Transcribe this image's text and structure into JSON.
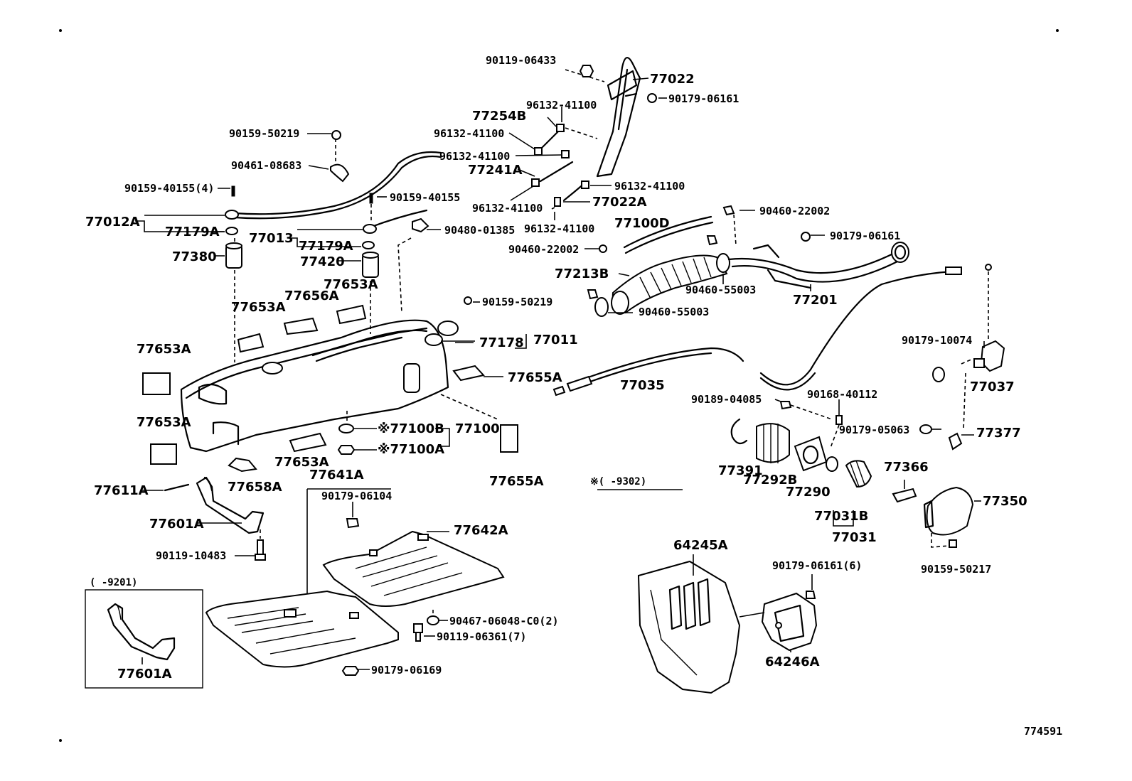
{
  "diagram_id": "774591",
  "callouts": {
    "p90119_06433": "90119-06433",
    "p77022": "77022",
    "p90179_06161_top": "90179-06161",
    "p96132_a": "96132-41100",
    "p77254B": "77254B",
    "p96132_b": "96132-41100",
    "p96132_c": "96132-41100",
    "p77241A": "77241A",
    "p96132_d": "96132-41100",
    "p96132_e": "96132-41100",
    "p77022A": "77022A",
    "p96132_f": "96132-41100",
    "p90159_50219_top": "90159-50219",
    "p90461_08683": "90461-08683",
    "p90159_40155_4": "90159-40155(4)",
    "p90159_40155": "90159-40155",
    "p77012A": "77012A",
    "p77179A_l": "77179A",
    "p77013": "77013",
    "p77179A_r": "77179A",
    "p90480_01385": "90480-01385",
    "p77380": "77380",
    "p77420": "77420",
    "p77100D": "77100D",
    "p90460_22002_t": "90460-22002",
    "p90179_06161_mid": "90179-06161",
    "p90460_22002_l": "90460-22002",
    "p77213B": "77213B",
    "p90460_55003_a": "90460-55003",
    "p77201": "77201",
    "p90460_55003_b": "90460-55003",
    "p77653A_1": "77653A",
    "p77656A": "77656A",
    "p77653A_2": "77653A",
    "p90159_50219_mid": "90159-50219",
    "p77178": "77178",
    "p77011": "77011",
    "p77653A_3": "77653A",
    "p77655A_1": "77655A",
    "p77035": "77035",
    "p90179_10074": "90179-10074",
    "p77037": "77037",
    "p90189_04085": "90189-04085",
    "p90168_40112": "90168-40112",
    "p77653A_4": "77653A",
    "p77100B": "※77100B",
    "p77100": "77100",
    "p77100A": "※77100A",
    "p90179_05063": "90179-05063",
    "p77377": "77377",
    "p77653A_5": "77653A",
    "p77391": "77391",
    "p77292B": "77292B",
    "p77290": "77290",
    "p77366": "77366",
    "p77611A": "77611A",
    "p77658A": "77658A",
    "p77641A": "77641A",
    "p77655A_2": "77655A",
    "p9302": "※(    -9302)",
    "p77350": "77350",
    "p90179_06104": "90179-06104",
    "p77031B": "77031B",
    "p77601A_1": "77601A",
    "p77031": "77031",
    "p77642A": "77642A",
    "p64245A": "64245A",
    "p90119_10483": "90119-10483",
    "p90179_06161_6": "90179-06161(6)",
    "p90159_50217": "90159-50217",
    "p9201": "(    -9201)",
    "p90467_06048": "90467-06048-C0(2)",
    "p90119_06361_7": "90119-06361(7)",
    "p64246A": "64246A",
    "p77601A_2": "77601A",
    "p90179_06169": "90179-06169"
  }
}
